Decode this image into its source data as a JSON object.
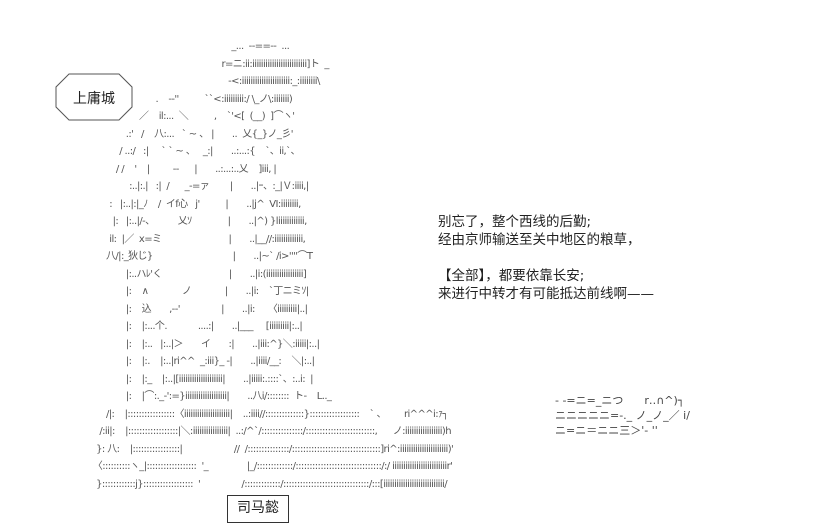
{
  "location_label": "上庸城",
  "speaker_label": "司马懿",
  "dialogue": [
    "别忘了，整个西线的后勤;",
    "经由京师输送至关中地区的粮草，",
    "",
    "【全部】，都要依靠长安;",
    "来进行中转才有可能抵达前线啊——"
  ],
  "art_lines": [
    "                                                          _...  --==--  ...",
    "                                                       r=ニ:ii:iiiiiiiiiiiiiiiiiiiiiiiii]ト  _",
    "                                                         -<:iiiiiiiiiiiiiiiiiiiiii:_:iiiiiiii\\",
    "                                   .    -‐''          ``<:iiiiiiiii:/ \\_ノ\\:iiiiiii)",
    "                              ／    il:...  ＼          ,    `'<[  (__)  ]⌒ヽ'",
    "                          .:'   /    八:...   ` ~ 、 |       ..  乂{_}ノ_彡'",
    "                        / ..:/   :|     ` ` ~ 、   _:|       ..:...:{    `、ii,`、",
    "                       / /    '    |         -‐      |       ..:...:..乂    ]iii, |",
    "                           :..|:.|   :|  /      _-=ァ        |       ..|ｰ、:_|Ｖ:iiii,|",
    "                     :   |:..|:|_ﾉ    /  イf心   j'          |       ..|j^  Ⅵ:iiiiiiii,",
    "                      |:   |:..|/‐、         乂ｿ              |       ..|^) }liiiiiiiiiiii,",
    "                     il:  |／  x=ミ                          |       ..|__//:iiiiiiiiiiiii,",
    "                    八/|:_狄じ}                               |       ..|~` /i>''''⌒T",
    "                          |:..ハﾚ'く                          |       ..|i:(iiiiiiiiiiiiiiiii]",
    "                          |:    ∧             ノ             |       ..|i:    `丁ニミｿ|",
    "                          |:    込       ,-‐'                |       ..|i:     〈iiiiiiiii|..|",
    "                          |:    |:...个.            ....:|       ..|___     [iiiiiiiii|:..|",
    "                          |:    |:..   |:..|＞       イ       :|       ..|iii:^}＼:iiiii|:..|",
    "                          |:    |:.    |:..|ri^^  _:iii}_ -|       ..|iiii/__:    ＼|:..|",
    "                          |:    |:_    |:..|[iiiiiiiiiiiiiiiiiiii|       ..|iiiii:.::::`、:..i:  |",
    "                          |:    |⌒:._-':=}iiiiiiiiiiiiiiiiiii|       ..八i/::::::::  ト‐    L.._",
    "                    /|:    |:::::::::::::::::〈iiiiiiiiiiiiiiiiiiiii|    ..:iiii//::::::::::::::}::::::::::::::::::    ` 、       ri^^^i:ｧ┐",
    "                  /:ii|:    |::::::::::::::::::|＼:iiiiiiiiiiiiiiii|  ..:/^`/:::::::::::::::/:::::::::::::::::::::::::,      ノ:iiiiiiiiiiiiiiiii)h",
    "                 }: 八:    |:::::::::::::::::|                    //  /:::::::::::::::/::::::::::::::::::::::::::::::::]ri^:iiiiiiiiiiiiiiiiiiiiii)'",
    "                〈::::::::::ヽ_|::::::::::::::::::  '_               |_/:::::::::::::/:::::::::::::::::::::::::::::::/:/ iiiiiiiiiiiiiiiiiiiiiiiiir'",
    "                 }::::::::::::j}::::::::::::::::::  '                /:::::::::::::/:::::::::::::::::::::::::::::::/:::[iiiiiiiiiiiiiiiiiiiiiiiiiiii/"
  ],
  "art_right_lines": [
    "- -=ニ=_ニつ      r‥∩^)┐",
    "ニニニニニ=‐._ ノ_ノ_／ i/",
    "ニ=ニ＝ニニ三＞'‐ ''"
  ]
}
